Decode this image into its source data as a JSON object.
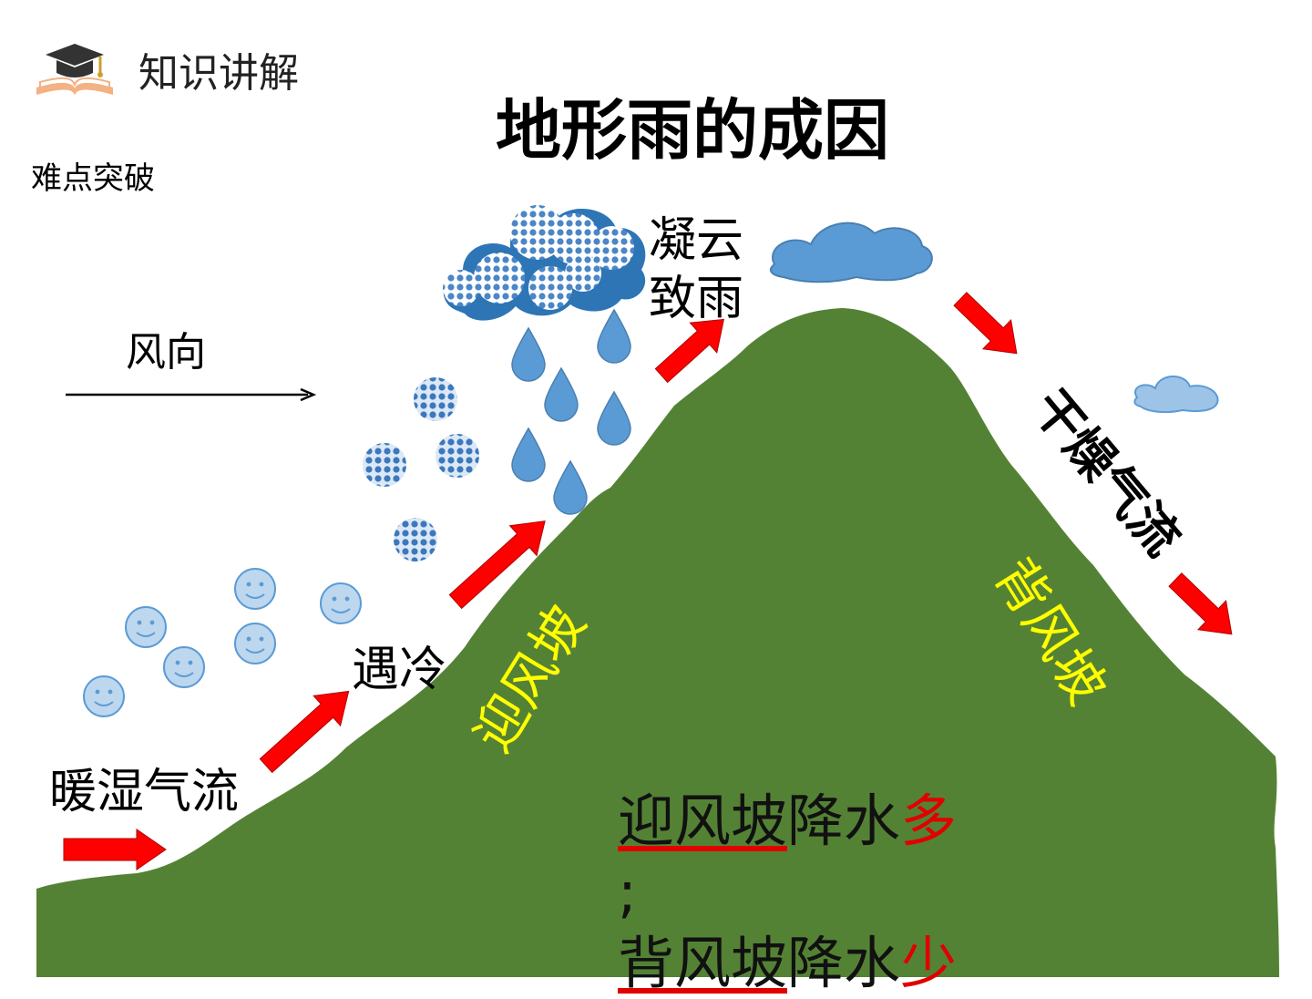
{
  "header": {
    "label": "知识讲解",
    "icon": "graduation-cap-book-icon"
  },
  "title": "地形雨的成因",
  "subtitle": "难点突破",
  "labels": {
    "wind_direction": "风向",
    "warm_moist_flow": "暖湿气流",
    "meet_cold": "遇冷",
    "condense_line1": "凝云",
    "condense_line2": "致雨",
    "windward_slope": "迎风坡",
    "leeward_slope": "背风坡",
    "dry_flow": "干燥气流"
  },
  "conclusion": {
    "windward": "迎风坡",
    "windward_text": "降水",
    "windward_amount": "多",
    "separator": ";",
    "leeward": "背风坡",
    "leeward_text": "降水",
    "leeward_amount": "少"
  },
  "colors": {
    "mountain": "#548235",
    "arrow": "#ff0000",
    "cloud": "#5b9bd5",
    "raindrop": "#5b9bd5",
    "vapor_face": "#bdd7ee",
    "slope_label": "#ffff00",
    "emphasis_red": "#e00000"
  }
}
